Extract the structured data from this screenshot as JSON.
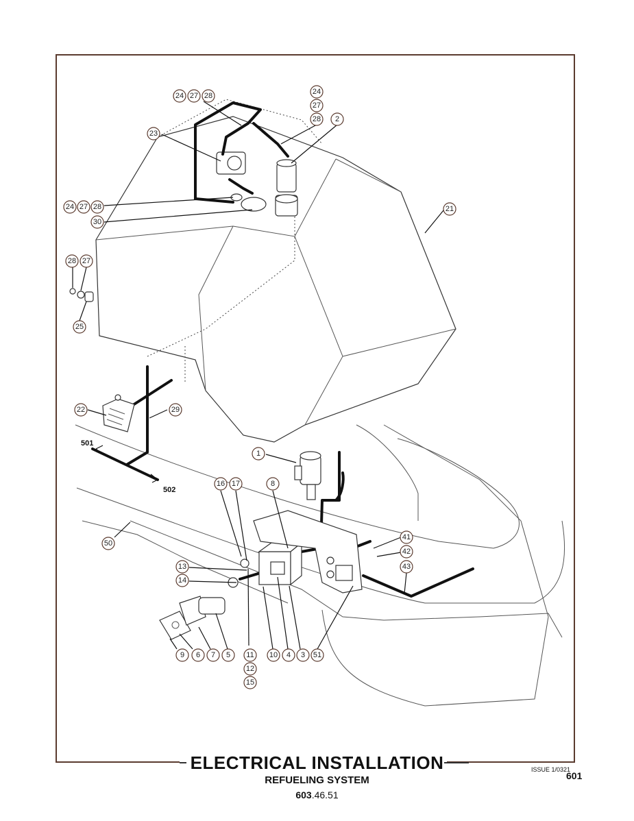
{
  "title": "ELECTRICAL INSTALLATION",
  "subtitle": "REFUELING SYSTEM",
  "doc_number_bold": "603",
  "doc_number_rest": ".46.51",
  "issue": "ISSUE 1/0321",
  "page_number": "601",
  "references": {
    "r501": "501",
    "r502": "502"
  },
  "callouts": {
    "c24a": "24",
    "c27a": "27",
    "c28a": "28",
    "c24b": "24",
    "c27b": "27",
    "c28b": "28",
    "c2": "2",
    "c23": "23",
    "c24c": "24",
    "c27c": "27",
    "c28c": "28",
    "c30": "30",
    "c21": "21",
    "c28d": "28",
    "c27d": "27",
    "c25": "25",
    "c22": "22",
    "c29": "29",
    "c1": "1",
    "c16": "16",
    "c17": "17",
    "c8": "8",
    "c41": "41",
    "c42": "42",
    "c43": "43",
    "c50": "50",
    "c13": "13",
    "c14": "14",
    "c9": "9",
    "c6": "6",
    "c7": "7",
    "c5": "5",
    "c11": "11",
    "c12": "12",
    "c15": "15",
    "c10": "10",
    "c4": "4",
    "c3": "3",
    "c51": "51"
  }
}
